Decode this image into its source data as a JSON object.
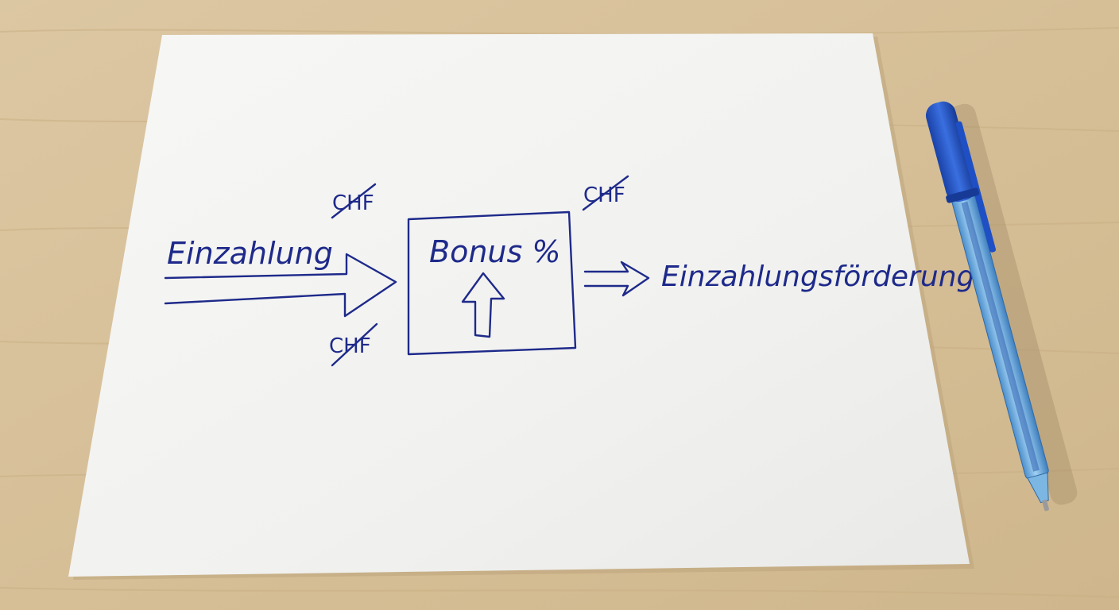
{
  "photo": {
    "desk_color": "#d9c4a0",
    "paper_color": "#f4f4f2",
    "ink_color": "#1e2a8a",
    "pen_cap_color": "#1f4fc4",
    "pen_barrel_color": "#5fa6dc"
  },
  "sketch": {
    "input_label": "Einzahlung",
    "box_label": "Bonus %",
    "output_label": "Einzahlungsförderung",
    "currency_top_left": "CHF",
    "currency_bottom_left": "CHF",
    "currency_top_right": "CHF"
  }
}
